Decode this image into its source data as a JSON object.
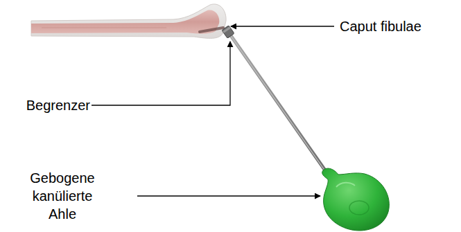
{
  "diagram": {
    "labels": [
      "Caput fibulae",
      "Begrenzer",
      "Gebogene kanülierte Ahle"
    ]
  }
}
